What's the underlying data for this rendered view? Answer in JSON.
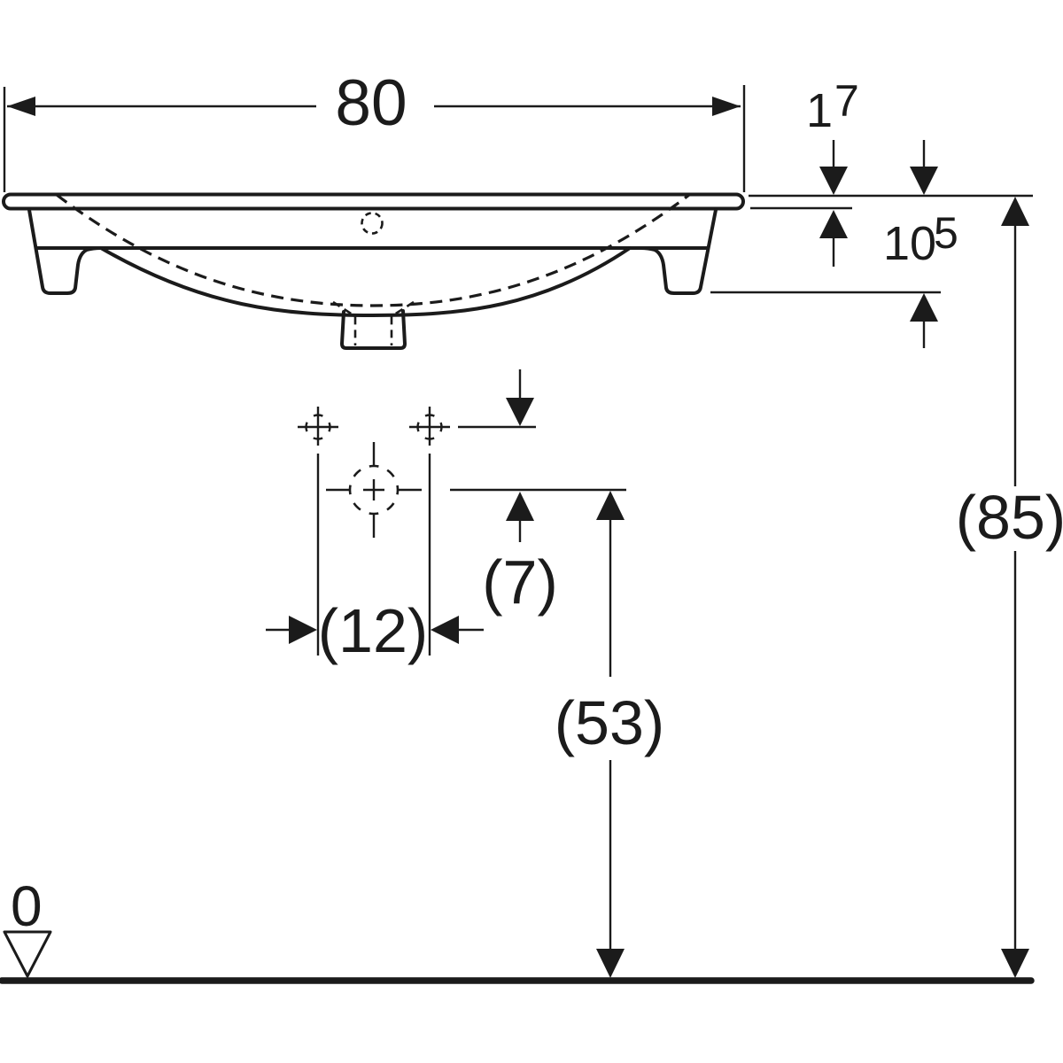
{
  "drawing": {
    "dimensions": {
      "width": "80",
      "rim_thickness_base": "1",
      "rim_thickness_sup": "7",
      "depth_base": "10",
      "depth_sup": "5",
      "rim_height": "(85)",
      "hole_offset": "(7)",
      "hole_spacing": "(12)",
      "drain_height": "(53)",
      "datum_level": "0"
    },
    "colors": {
      "ink": "#1b1b1b",
      "background": "#ffffff"
    }
  }
}
